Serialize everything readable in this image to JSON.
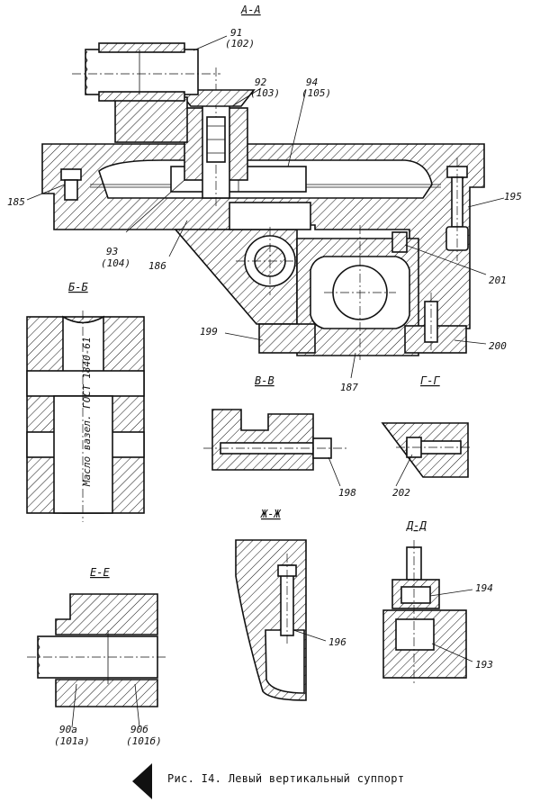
{
  "sections": {
    "aa": "А-А",
    "bb": "Б-Б",
    "vv": "В-В",
    "gg": "Г-Г",
    "zhzh": "Ж-Ж",
    "dd": "Д-Д",
    "ee": "Е-Е"
  },
  "callouts": {
    "c91": "91",
    "c102": "(102)",
    "c92": "92",
    "c103": "(103)",
    "c94": "94",
    "c105": "(105)",
    "c185": "185",
    "c195": "195",
    "c93": "93",
    "c104": "(104)",
    "c186": "186",
    "c201": "201",
    "c199": "199",
    "c200": "200",
    "c187": "187",
    "c198": "198",
    "c202": "202",
    "c194": "194",
    "c196": "196",
    "c193": "193",
    "c90a": "90а",
    "c101a": "(101а)",
    "c90b": "90б",
    "c101b": "(101б)"
  },
  "oil_note": "Масло вазел. ГОСТ 1840-61",
  "caption": "Рис. I4. Левый вертикальный суппорт"
}
